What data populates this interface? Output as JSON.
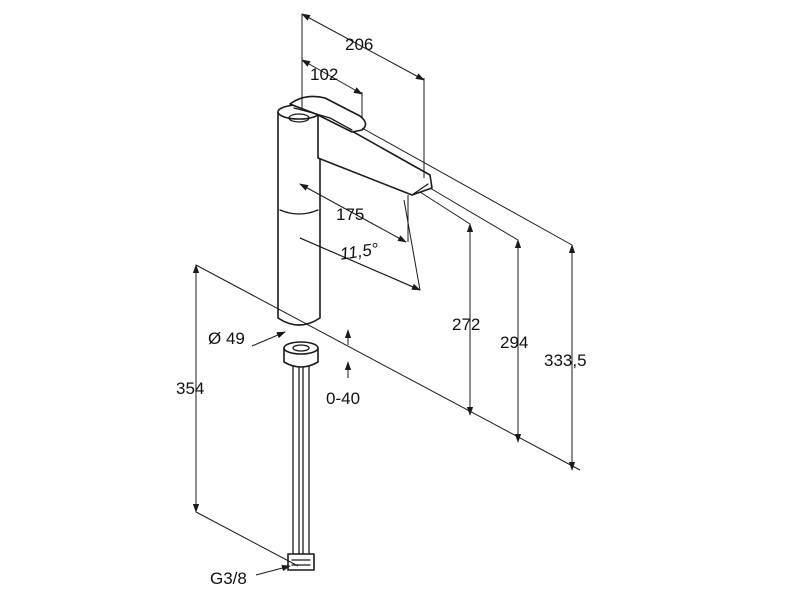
{
  "dimensions": {
    "overall_depth": "206",
    "handle_depth": "102",
    "spout_reach": "175",
    "spout_angle": "11,5°",
    "spout_height": "272",
    "lever_height": "294",
    "total_height": "333,5",
    "body_diameter": "Ø 49",
    "hose_length": "354",
    "deck_thickness": "0-40",
    "thread": "G3/8"
  }
}
